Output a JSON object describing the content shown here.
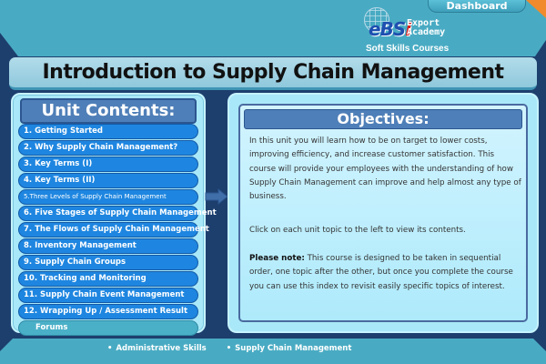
{
  "header": {
    "dashboard_label": "Dashboard",
    "logo": {
      "mark_main": "eBS",
      "mark_i": "i",
      "line1": "Export",
      "line2": "Academy",
      "subtitle": "Soft Skills Courses"
    },
    "title": "Introduction to Supply Chain Management"
  },
  "unit_contents": {
    "heading": "Unit Contents:",
    "items": [
      {
        "label": "1. Getting Started"
      },
      {
        "label": "2. Why Supply Chain Management?"
      },
      {
        "label": "3. Key Terms (I)"
      },
      {
        "label": "4. Key Terms (II)"
      },
      {
        "label": "5.Three Levels of Supply Chain Management"
      },
      {
        "label": "6. Five Stages of Supply Chain Management"
      },
      {
        "label": "7. The Flows of Supply Chain Management"
      },
      {
        "label": "8. Inventory Management"
      },
      {
        "label": "9. Supply Chain Groups"
      },
      {
        "label": "10. Tracking and Monitoring"
      },
      {
        "label": "11. Supply Chain Event Management"
      },
      {
        "label": "12. Wrapping Up / Assessment Result"
      }
    ],
    "forums_label": "Forums"
  },
  "objectives": {
    "heading": "Objectives:",
    "paragraph1": "In this unit you will learn how to be on target to lower costs, improving efficiency, and increase customer satisfaction. This course will provide your employees with the understanding of how Supply Chain Management can improve and help almost any type of business.",
    "paragraph2": "Click on each unit topic to the left to view its contents.",
    "note_label": "Please note:",
    "note_text": " This course is designed to be taken in sequential order, one topic after the other, but once you complete the course you can use this index to revisit easily specific topics of interest."
  },
  "footer": {
    "links": [
      {
        "label": "Administrative Skills"
      },
      {
        "label": "Supply Chain Management"
      }
    ],
    "bullet": "•"
  },
  "colors": {
    "background": "#1d3f6e",
    "band": "#49abc3",
    "panel": "#a9e8f8",
    "header_blue": "#4f7fb8",
    "item_blue": "#1e86e0",
    "forums_teal": "#4ab0c8",
    "accent_orange": "#f08a2c"
  }
}
